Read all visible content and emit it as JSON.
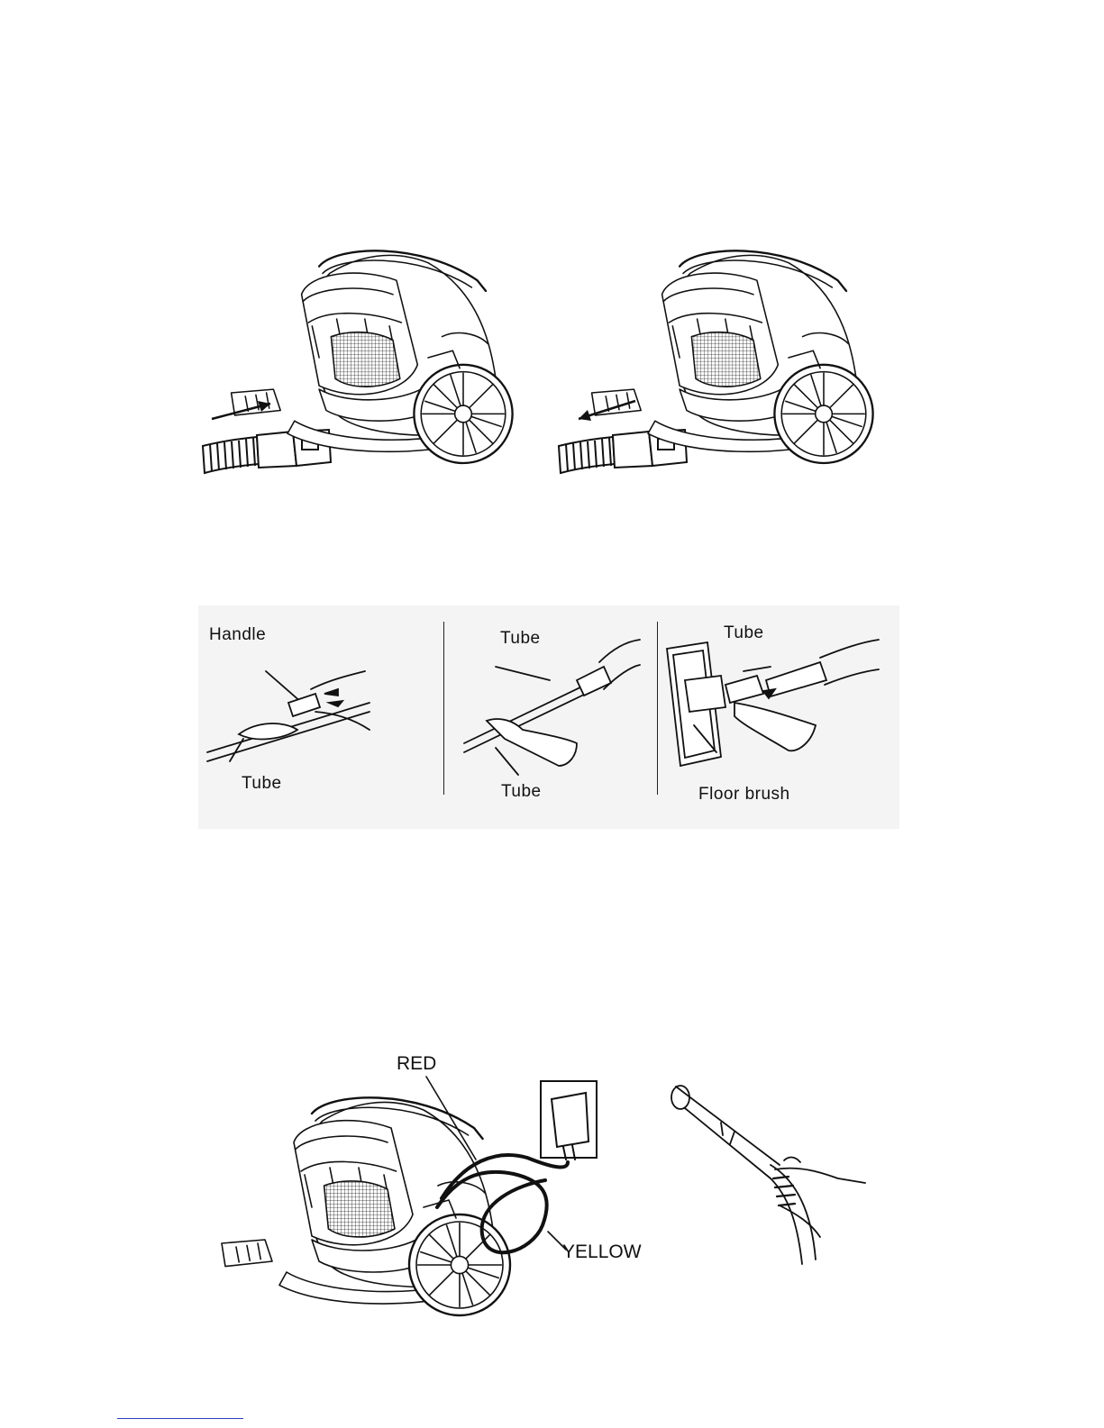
{
  "figures": {
    "hose_connect": {
      "left_arrow": "insert",
      "right_arrow": "remove"
    },
    "tube_assembly": {
      "panel1": {
        "top_label": "Handle",
        "bottom_label": "Tube"
      },
      "panel2": {
        "top_label": "Tube",
        "bottom_label": "Tube"
      },
      "panel3": {
        "top_label": "Tube",
        "bottom_label": "Floor brush"
      }
    },
    "power": {
      "wire_top_label": "RED",
      "wire_bottom_label": "YELLOW"
    }
  },
  "colors": {
    "ink": "#111111",
    "panel_bg": "#f4f4f4",
    "link": "#2a3dbf"
  }
}
